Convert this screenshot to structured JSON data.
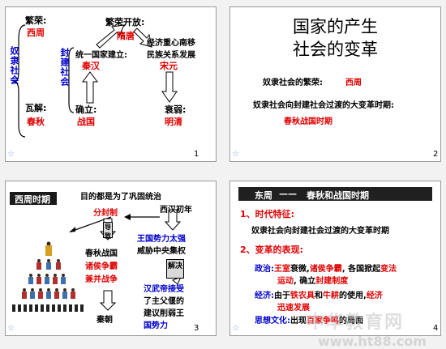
{
  "slide1": {
    "left_vertical": "奴隶社会",
    "flourish_label": "繁荣:",
    "flourish_value": "西周",
    "decline_label": "瓦解:",
    "decline_value": "春秋",
    "feudal_vertical": "封建社会",
    "unify_label": "统一国家建立:",
    "unify_value": "秦汉",
    "establish_label": "确立:",
    "establish_value": "战国",
    "open_label": "繁荣开放:",
    "open_value": "隋唐",
    "econ_line1": "经济重心南移",
    "econ_line2": "民族关系发展",
    "econ_value": "宋元",
    "decay_label": "衰弱:",
    "decay_value": "明清",
    "page_number": "1"
  },
  "slide2": {
    "title_line1": "国家的产生",
    "title_line2": "社会的变革",
    "item1_label": "奴隶社会的繁荣:",
    "item1_value": "西周",
    "item2_label": "奴隶社会向封建社会过渡的大变革时期:",
    "item2_value": "春秋战国时期",
    "page_number": "2"
  },
  "slide3": {
    "period_label": "西周时期",
    "purpose": "目的都是为了巩固统治",
    "xihan": "西汉初年",
    "fenfeng": "分封制",
    "leads_to": "导致",
    "chunqiu": "春秋战国",
    "zhuhou_line1": "诸侯争霸",
    "zhuhou_line2": "兼并战争",
    "wangguo_line1": "王国势力太强",
    "wangguo_line2": "威胁中央集权",
    "solve": "解决",
    "wudi_line1": "汉武帝接受",
    "wudi_line2": "了主父偃的",
    "wudi_line3": "建议削弱王",
    "wudi_line4": "国势力",
    "qin": "秦朝",
    "page_number": "3"
  },
  "slide4": {
    "header_left": "东周",
    "header_dash": "——",
    "header_right": "春秋和战国时期",
    "section1": "1、时代特征:",
    "feature": "奴隶社会向封建社会过渡的大变革时期",
    "section2": "2、变革的表现:",
    "pol_label": "政治:",
    "pol_red1": "王室",
    "pol_blk1": "衰微,",
    "pol_red2": "诸侯争霸",
    "pol_blk2": ", 各国掀起",
    "pol_red3": "变法",
    "pol_red4": "运动",
    "pol_blk3": ", 确立",
    "pol_red5": "封建制度",
    "eco_label": "经济:",
    "eco_blk1": "由于",
    "eco_red1": "铁农具",
    "eco_blk2": "和",
    "eco_red2": "牛耕",
    "eco_blk3": "的使用,",
    "eco_red3": "经济",
    "eco_red4": "迅速发展",
    "thought_label": "思想文化:",
    "thought_blk1": "出现",
    "thought_red": "百家争鸣",
    "thought_blk2": "的局面",
    "page_number": "4"
  },
  "watermark": {
    "line1": "中华教育网",
    "line2": "www.ht88.com"
  },
  "colors": {
    "red": "#e00000",
    "blue": "#0000cc",
    "slide_bg": "#ffffff",
    "header_bar": "#202020",
    "arrow_fill": "#ffffff"
  }
}
